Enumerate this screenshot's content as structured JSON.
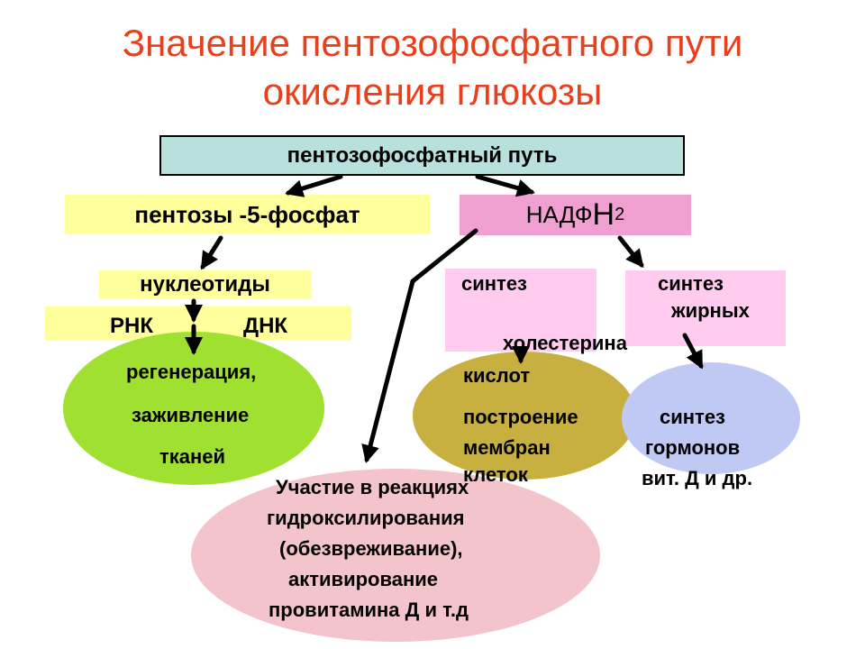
{
  "title": {
    "line1": "Значение пентозофосфатного пути",
    "line2": "окисления глюкозы"
  },
  "top_box": "пентозофосфатный путь",
  "pentose_box": "пентозы -5-фосфат",
  "nadph_box": {
    "text": "НАДФ",
    "h": "Н",
    "sub": "2"
  },
  "nucleotides": "нуклеотиды",
  "rna": "РНК",
  "dna": "ДНК",
  "regeneration": {
    "line1": "регенерация,",
    "line2": "заживление",
    "line3": "тканей"
  },
  "cholesterol_synthesis": {
    "line1": "синтез",
    "line2": "холестерина"
  },
  "fatty_synthesis": {
    "line1": "синтез",
    "line2": "жирных",
    "line3": "кислот"
  },
  "membranes": {
    "line1": "построение",
    "line2": "мембран",
    "line3": "клеток"
  },
  "hormones": {
    "line1": "синтез",
    "line2": "гормонов",
    "line3": "вит. Д и др."
  },
  "hydroxylation": {
    "line1": "Участие в реакциях",
    "line2": "гидроксилирования",
    "line3": "(обезвреживание),",
    "line4": "активирование",
    "line5": "провитамина Д и т.д"
  },
  "colors": {
    "title": "#e8401c",
    "top_box": "#b8e0dc",
    "pentose_box": "#ffff9c",
    "nadph_box": "#f0a0d0",
    "pink_boxes": "#ffccf0",
    "green_ellipse": "#a0e030",
    "olive_ellipse": "#c8b040",
    "blue_ellipse": "#c0c8f4",
    "pink_ellipse": "#f4c4cc"
  }
}
